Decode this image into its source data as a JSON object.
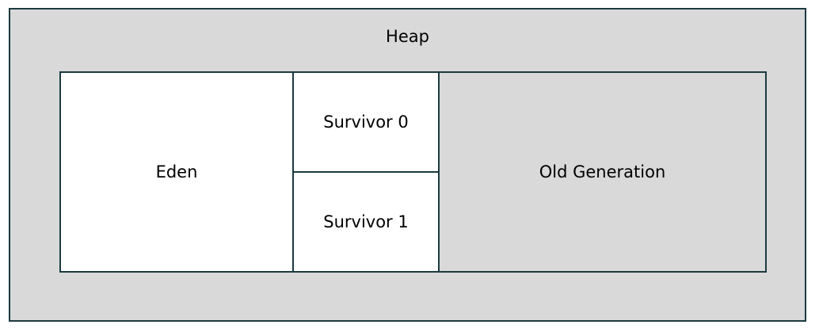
{
  "heap": {
    "label": "Heap",
    "fill_color": "#d9d9d9",
    "border_color": "#1b3a40"
  },
  "regions": {
    "eden": {
      "label": "Eden",
      "fill_color": "#ffffff"
    },
    "survivor_0": {
      "label": "Survivor 0",
      "fill_color": "#ffffff"
    },
    "survivor_1": {
      "label": "Survivor 1",
      "fill_color": "#ffffff"
    },
    "old_generation": {
      "label": "Old Generation",
      "fill_color": "#d9d9d9"
    }
  }
}
